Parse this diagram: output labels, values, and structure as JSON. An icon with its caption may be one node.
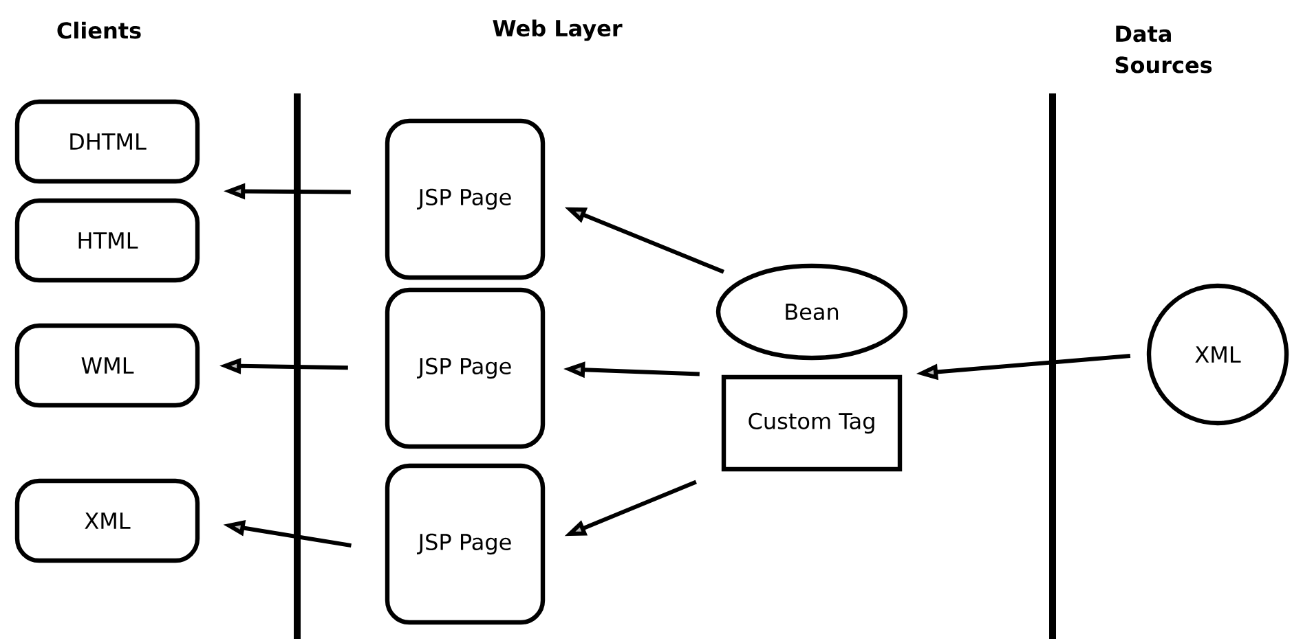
{
  "diagram": {
    "nodes": [
      {
        "text": [
          "DHTML"
        ]
      },
      {
        "text": [
          "HTML"
        ]
      },
      {
        "text": [
          "WML"
        ]
      },
      {
        "text": [
          "XML"
        ]
      },
      {
        "text": [
          "JSP Page"
        ]
      },
      {
        "text": [
          "JSP Page"
        ]
      },
      {
        "text": [
          "JSP Page"
        ]
      },
      {
        "text": [
          "Bean"
        ]
      },
      {
        "text": [
          "Custom Tag"
        ]
      },
      {
        "text": [
          "XML"
        ]
      }
    ],
    "edges": [
      {
        "from": 4,
        "to": 0,
        "arrow": "to"
      },
      {
        "from": 4,
        "to": 1,
        "arrow": "to"
      },
      {
        "from": 5,
        "to": 2,
        "arrow": "to"
      },
      {
        "from": 6,
        "to": 3,
        "arrow": "to"
      },
      {
        "from": 7,
        "to": 4,
        "arrow": "to"
      },
      {
        "from": 8,
        "to": 5,
        "arrow": "to"
      },
      {
        "from": 8,
        "to": 6,
        "arrow": "to"
      },
      {
        "from": 9,
        "to": 8,
        "arrow": "to"
      }
    ],
    "labels": [
      "Clients",
      "Web Layer",
      "Data Sources"
    ]
  }
}
